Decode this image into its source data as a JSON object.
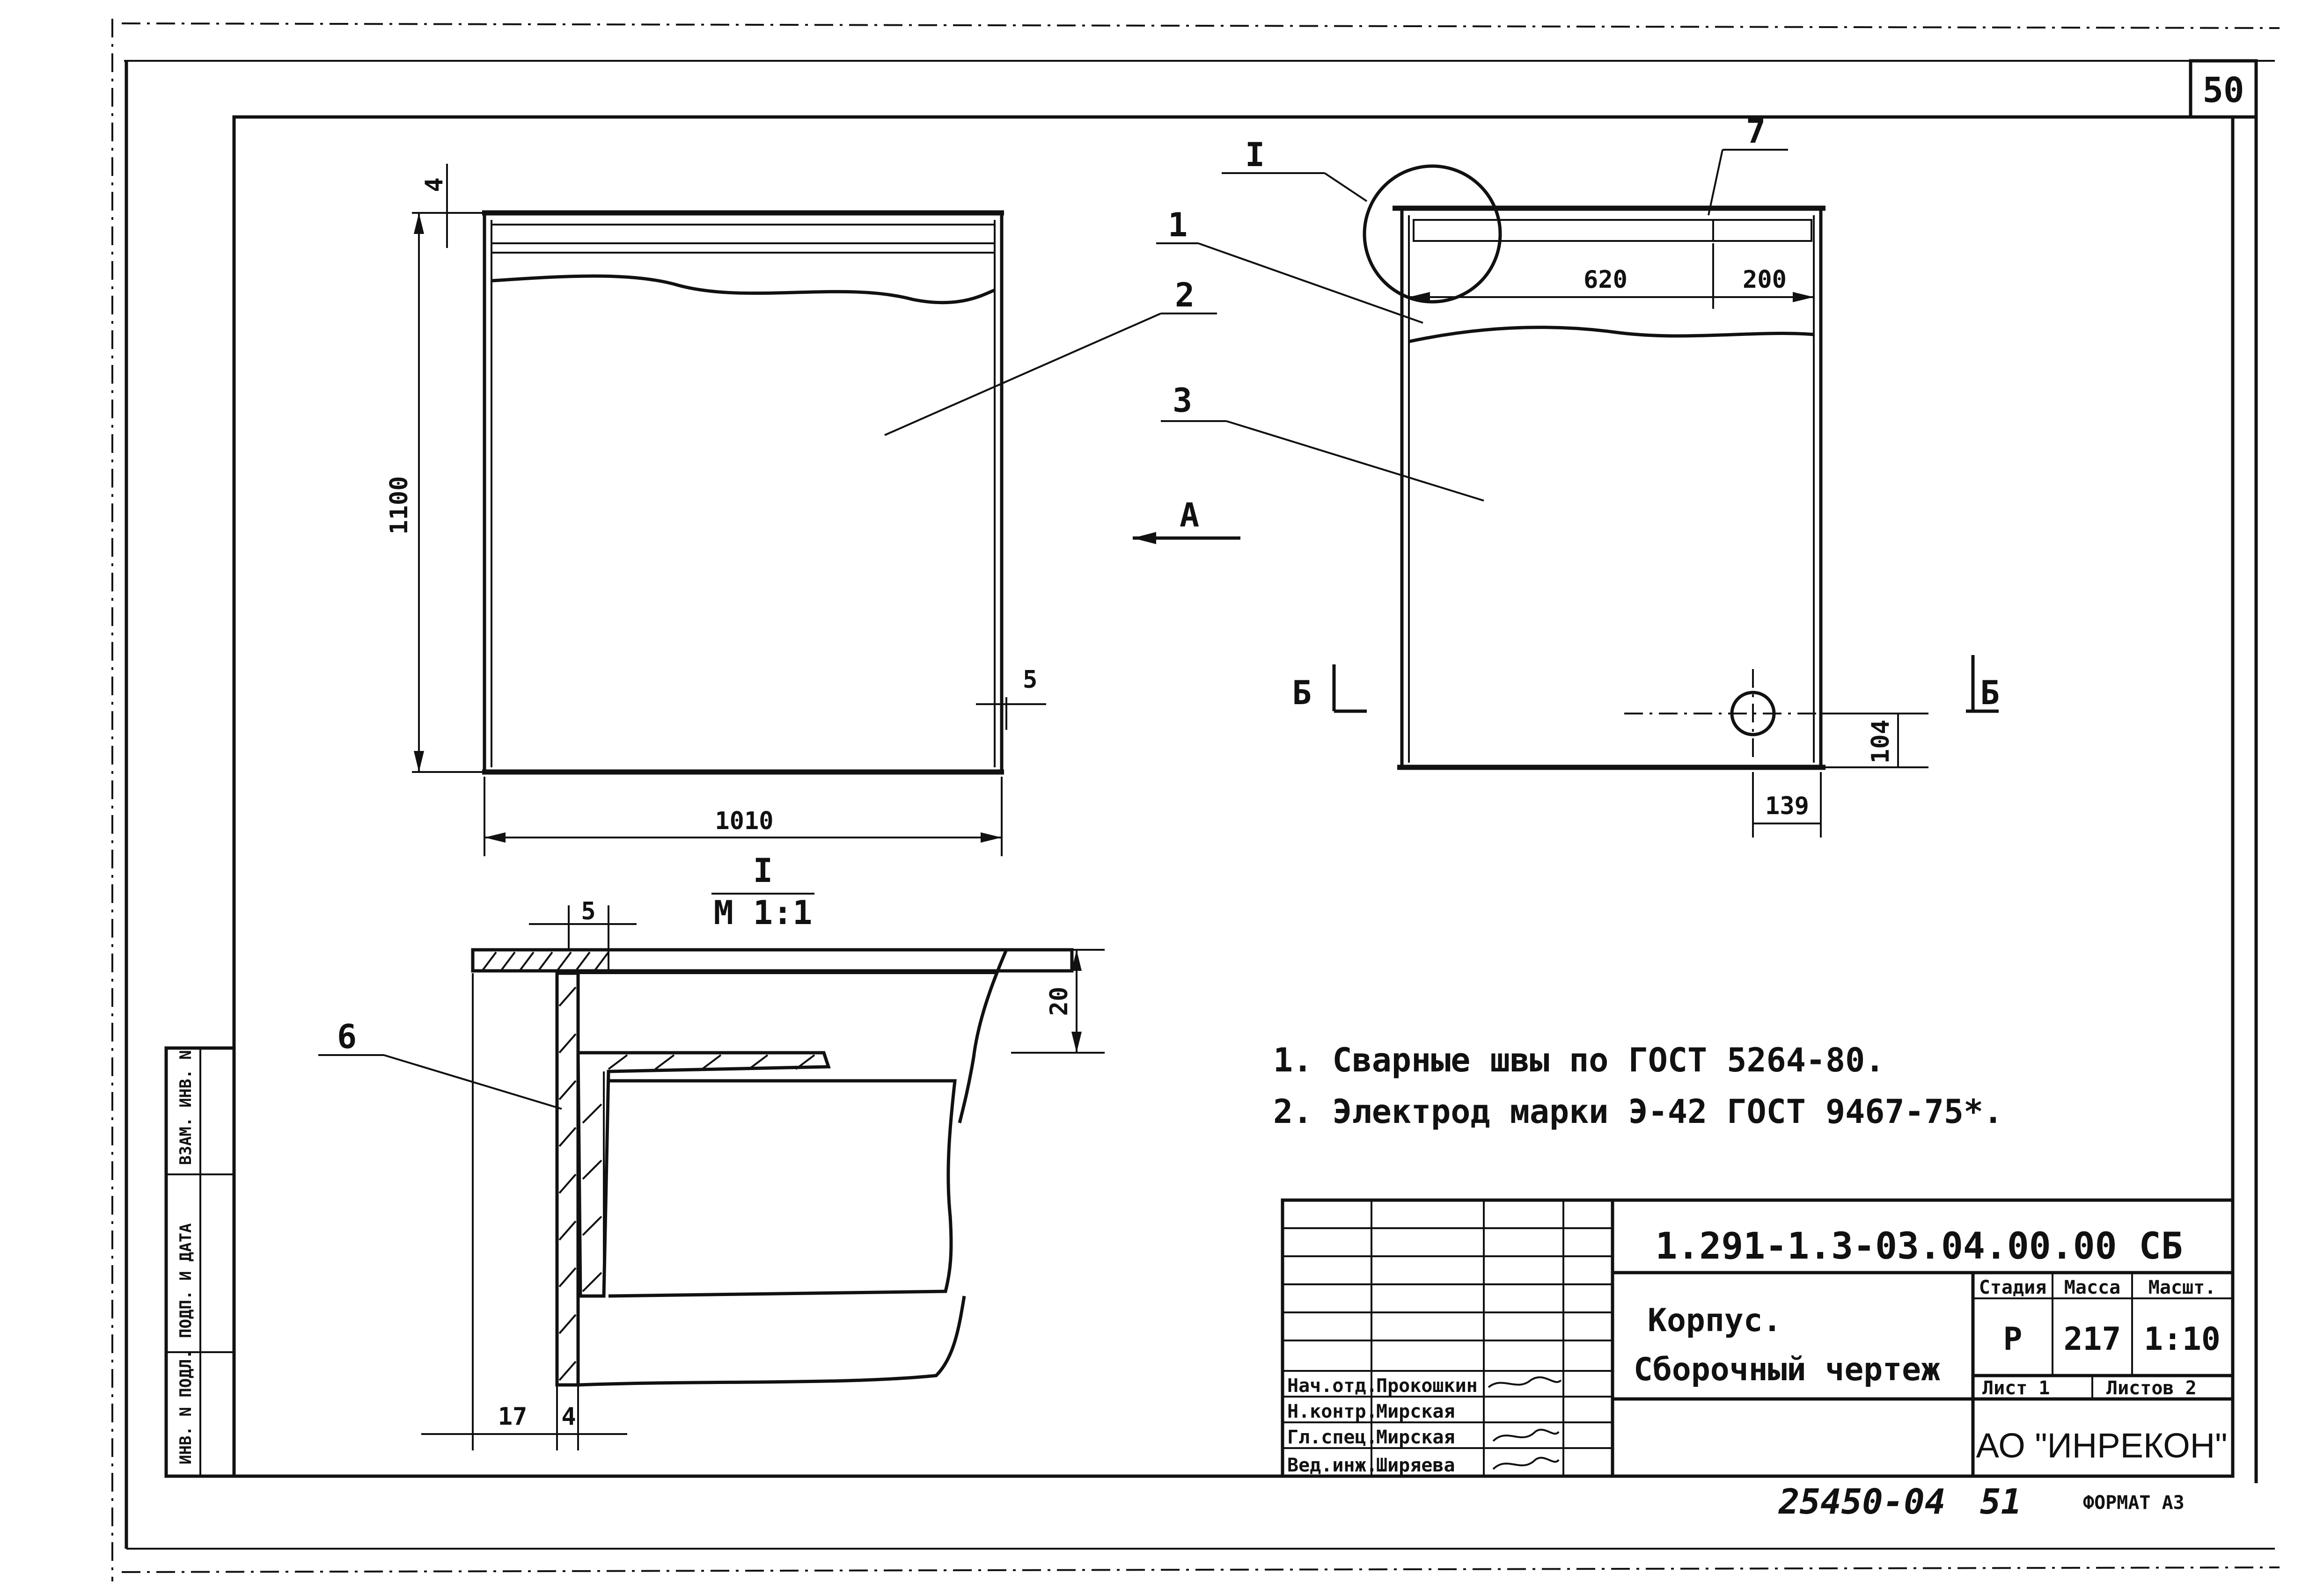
{
  "sheet": {
    "page_number": "50",
    "format": "ФОРМАТ А3",
    "archive_number": "25450-04",
    "archive_sheet": "51",
    "side_stamp": [
      "ИНВ. N ПОДЛ.",
      "ПОДП. И ДАТА",
      "ВЗАМ. ИНВ. N"
    ]
  },
  "views": {
    "front": {
      "dim_height": "1100",
      "dim_width": "1010",
      "dim_top": "4",
      "dim_wall": "5",
      "callout": "2"
    },
    "side": {
      "callouts": [
        "1",
        "3",
        "7"
      ],
      "dim_620": "620",
      "dim_200": "200",
      "dim_104": "104",
      "dim_139": "139",
      "view_arrow": "А",
      "section_left": "Б",
      "section_right": "Б",
      "detail_mark": "I"
    },
    "detail": {
      "title": "I",
      "scale": "М 1:1",
      "dim_5": "5",
      "dim_20": "20",
      "dim_17": "17",
      "dim_4": "4",
      "callout": "6"
    }
  },
  "notes": [
    "1. Сварные швы по ГОСТ 5264-80.",
    "2. Электрод марки Э-42 ГОСТ 9467-75*."
  ],
  "title_block": {
    "doc_code": "1.291-1.3-03.04.00.00 СБ",
    "name_line1": "Корпус.",
    "name_line2": "Сборочный чертеж",
    "stage_header": "Стадия",
    "mass_header": "Масса",
    "scale_header": "Масшт.",
    "stage": "Р",
    "mass": "217",
    "scale": "1:10",
    "sheet_label": "Лист 1",
    "sheets_label": "Листов 2",
    "company": "АО \"ИНРЕКОН\"",
    "roles": [
      "Нач.отд.",
      "Н.контр.",
      "Гл.спец.",
      "Вед.инж."
    ],
    "names": [
      "Прокошкин",
      "Мирская",
      "Мирская",
      "Ширяева"
    ]
  }
}
